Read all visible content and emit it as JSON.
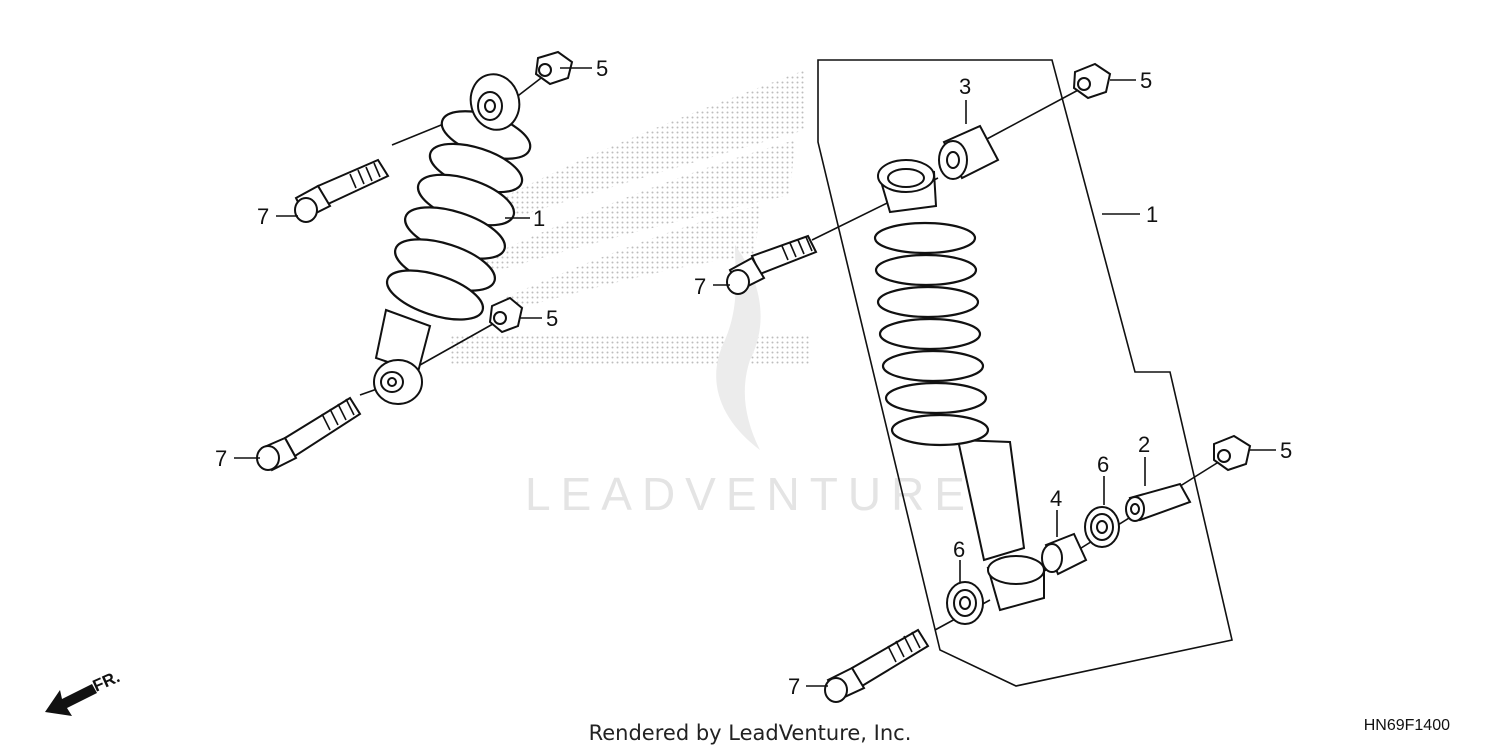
{
  "diagram": {
    "callouts": {
      "left_nut_top": "5",
      "left_bolt_top": "7",
      "left_shock": "1",
      "left_nut_bottom": "5",
      "left_bolt_bottom": "7",
      "right_bushing_top": "3",
      "right_nut_top": "5",
      "right_shock": "1",
      "right_bolt_top": "7",
      "right_collar_2": "2",
      "right_nut_bottom": "5",
      "right_seal_6_upper": "6",
      "right_collar_4": "4",
      "right_seal_6_lower": "6",
      "right_bolt_bottom": "7"
    },
    "direction_label": "FR.",
    "watermark": "LEADVENTURE",
    "footer": "Rendered by LeadVenture, Inc.",
    "diagram_code": "HN69F1400"
  },
  "colors": {
    "line": "#111111",
    "watermark": "#e4e4e4",
    "halftone": "#bdbdbd"
  }
}
